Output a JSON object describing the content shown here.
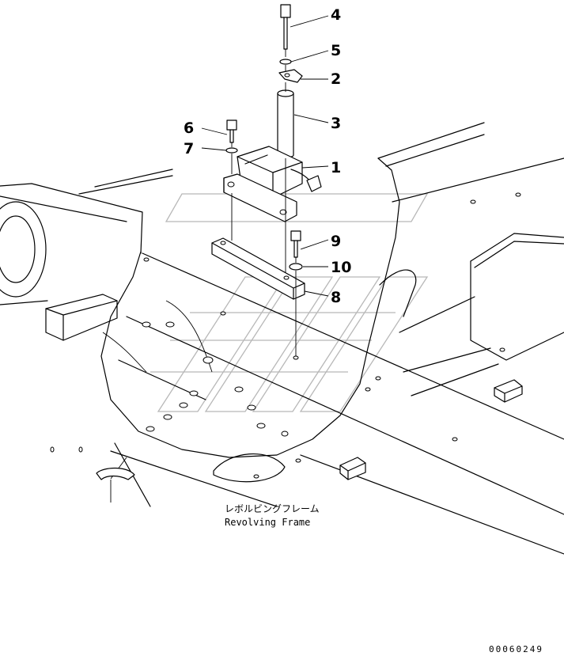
{
  "callouts": [
    {
      "id": "4",
      "label": "4"
    },
    {
      "id": "5",
      "label": "5"
    },
    {
      "id": "2",
      "label": "2"
    },
    {
      "id": "3",
      "label": "3"
    },
    {
      "id": "6",
      "label": "6"
    },
    {
      "id": "7",
      "label": "7"
    },
    {
      "id": "1",
      "label": "1"
    },
    {
      "id": "9",
      "label": "9"
    },
    {
      "id": "10",
      "label": "10"
    },
    {
      "id": "8",
      "label": "8"
    }
  ],
  "caption": {
    "japanese": "レボルビングフレーム",
    "english": "Revolving Frame"
  },
  "drawing_code": "00060249"
}
